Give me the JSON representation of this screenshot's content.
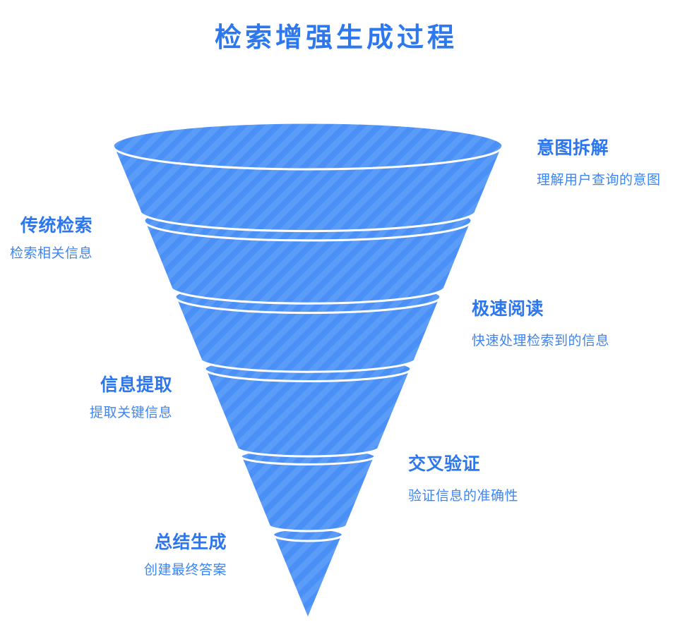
{
  "title": "检索增强生成过程",
  "chart_data": {
    "type": "funnel",
    "title": "检索增强生成过程",
    "orientation": "inverted-cone-3d",
    "values_shown": false,
    "stages": [
      {
        "label": "意图拆解",
        "description": "理解用户查询的意图",
        "side": "right"
      },
      {
        "label": "传统检索",
        "description": "检索相关信息",
        "side": "left"
      },
      {
        "label": "极速阅读",
        "description": "快速处理检索到的信息",
        "side": "right"
      },
      {
        "label": "信息提取",
        "description": "提取关键信息",
        "side": "left"
      },
      {
        "label": "交叉验证",
        "description": "验证信息的准确性",
        "side": "right"
      },
      {
        "label": "总结生成",
        "description": "创建最终答案",
        "side": "left"
      }
    ]
  },
  "colors": {
    "funnel_base": "#4a90f7",
    "funnel_stripe": "#5b9cf8",
    "divider": "#ffffff",
    "title_text": "#2d78ef",
    "label_text": "#2c76ee",
    "desc_text": "#3d85f2",
    "background": "#ffffff"
  }
}
